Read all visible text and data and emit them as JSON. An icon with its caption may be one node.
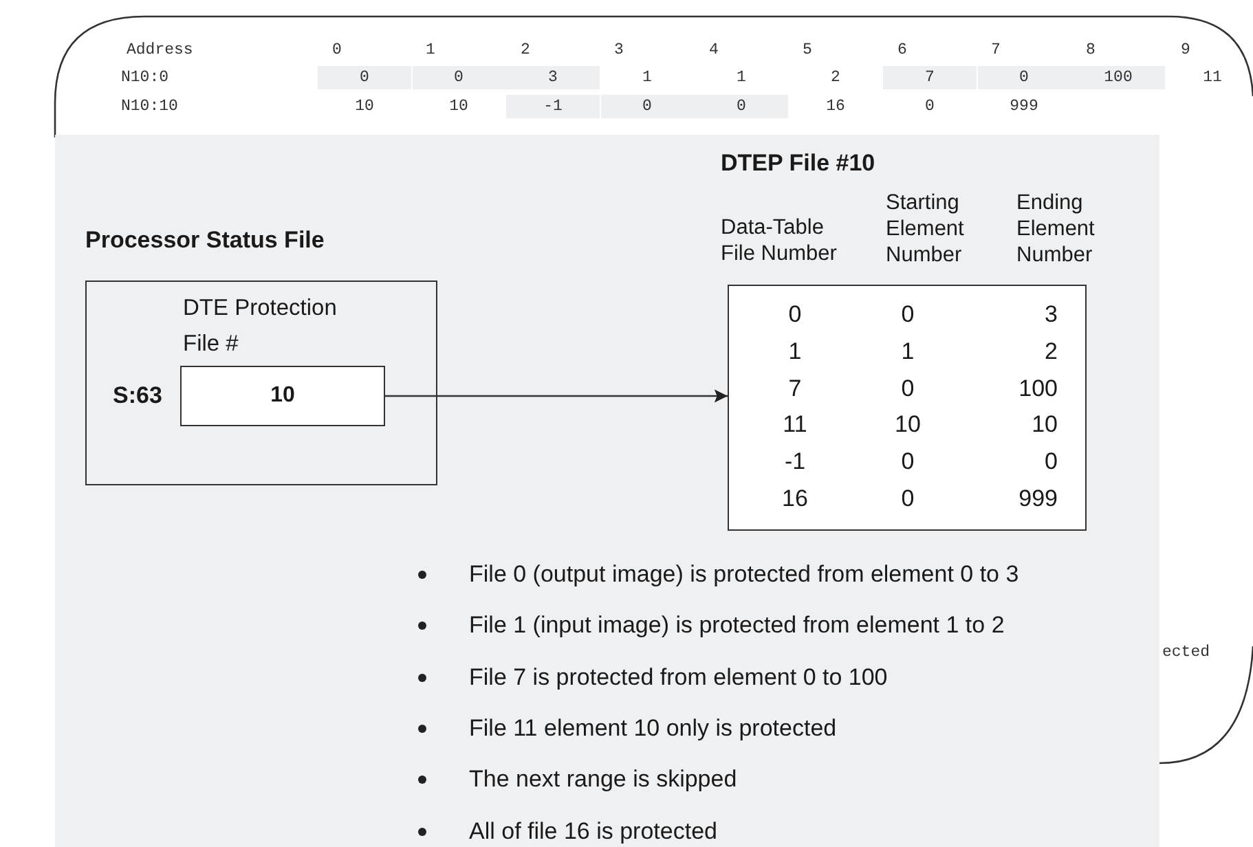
{
  "diagram": {
    "nodes": [
      {
        "text": [
          "Processor Status File",
          "DTE Protection File #"
        ]
      },
      {
        "text": [
          "10"
        ],
        "beside": [
          "S:63"
        ],
        "in": 0
      },
      {
        "text": [
          "DTEP File #10"
        ]
      }
    ],
    "edges": [
      {
        "from": 1,
        "to": 2,
        "arrow": "to"
      }
    ],
    "labels": [
      "Address",
      "0",
      "1",
      "2",
      "3",
      "4",
      "5",
      "6",
      "7",
      "8",
      "9",
      "N10:0",
      "0",
      "0",
      "3",
      "1",
      "1",
      "2",
      "7",
      "0",
      "100",
      "11",
      "N10:10",
      "10",
      "10",
      "-1",
      "0",
      "0",
      "16",
      "0",
      "999",
      "Data-Table File Number",
      "Starting Element Number",
      "Ending Element Number",
      "0",
      "0",
      "3",
      "1",
      "1",
      "2",
      "7",
      "0",
      "100",
      "11",
      "10",
      "10",
      "-1",
      "0",
      "0",
      "16",
      "0",
      "999",
      "File 0 (output image) is protected from element 0 to 3",
      "File 1 (input image) is protected from element 1 to 2",
      "File 7 is protected from element 0 to 100",
      "File 11 element 10 only is protected",
      "The next range is skipped",
      "All of file 16 is protected",
      "ected"
    ]
  }
}
